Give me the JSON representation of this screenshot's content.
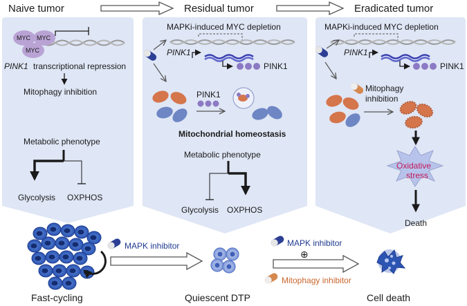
{
  "stage_titles": {
    "naive": "Naive tumor",
    "residual": "Residual tumor",
    "eradicated": "Eradicated tumor"
  },
  "panel1": {
    "myc_labels": [
      "MYC",
      "MYC",
      "MYC"
    ],
    "pink1_gene": "PINK1",
    "repression_text": "transcriptional repression",
    "mitophagy": "Mitophagy inhibition",
    "metabolic": "Metabolic phenotype",
    "glycolysis": "Glycolysis",
    "oxphos": "OXPHOS"
  },
  "panel2": {
    "mapki_text": "MAPKi-induced MYC depletion",
    "pink1_gene": "PINK1",
    "pink1_protein": "PINK1",
    "pink1_label": "PINK1",
    "homeostasis": "Mitochondrial homeostasis",
    "metabolic": "Metabolic phenotype",
    "glycolysis": "Glycolysis",
    "oxphos": "OXPHOS"
  },
  "panel3": {
    "mapki_text": "MAPKi-induced MYC depletion",
    "pink1_gene": "PINK1",
    "pink1_protein": "PINK1",
    "mitophagy_l1": "Mitophagy",
    "mitophagy_l2": "inhibition",
    "stress_l1": "Oxidative",
    "stress_l2": "stress",
    "death": "Death"
  },
  "bottom": {
    "fast_cycling": "Fast-cycling",
    "quiescent": "Quiescent DTP",
    "cell_death": "Cell death",
    "mapk_inhibitor_1": "MAPK inhibitor",
    "mapk_inhibitor_2": "MAPK inhibitor",
    "plus": "⊕",
    "mitophagy_inhibitor": "Mitophagy inhibitor"
  },
  "colors": {
    "panel_bg": "#dfe6f5",
    "dna": "#9a9a9a",
    "myc": "#b9a3d4",
    "pink1_dots": "#8c7ac4",
    "mito": "#d5754b",
    "mito_blue": "#6e86c4",
    "mapk_text": "#1f3a8f",
    "mitophagy_text": "#c8662e",
    "stress_text": "#c2185b"
  }
}
